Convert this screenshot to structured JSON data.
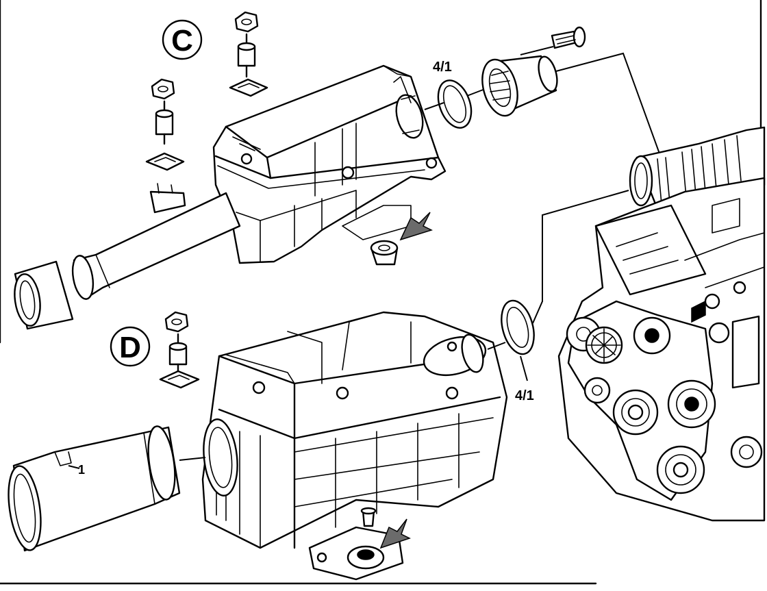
{
  "figure": {
    "labels": {
      "view_c": "C",
      "view_d": "D",
      "seal_c": "4/1",
      "seal_d": "4/1",
      "hose_d": "1"
    },
    "colors": {
      "ink": "#000000",
      "paper": "#ffffff",
      "shade": "#6b6b6b"
    }
  }
}
